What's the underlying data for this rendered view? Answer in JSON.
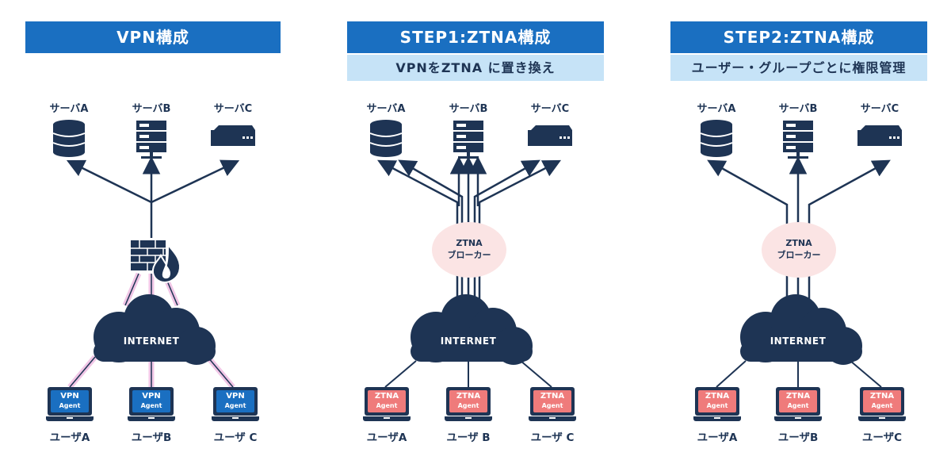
{
  "colors": {
    "navy": "#1e3454",
    "blue": "#1a6fc1",
    "light_blue": "#c6e3f7",
    "pink": "#fbe4e4",
    "ztna_red": "#ef7b7b"
  },
  "panels": [
    {
      "header": "VPN構成",
      "subheader": "",
      "servers": [
        "サーバA",
        "サーバB",
        "サーバC"
      ],
      "gateway": "firewall-icon",
      "internet": "INTERNET",
      "agent_label": "VPN",
      "agent_sub": "Agent",
      "users": [
        "ユーザA",
        "ユーザB",
        "ユーザ C"
      ]
    },
    {
      "header": "STEP1:ZTNA構成",
      "subheader": "VPNをZTNA に置き換え",
      "servers": [
        "サーバA",
        "サーバB",
        "サーバC"
      ],
      "broker": [
        "ZTNA",
        "ブローカー"
      ],
      "internet": "INTERNET",
      "agent_label": "ZTNA",
      "agent_sub": "Agent",
      "users": [
        "ユーザA",
        "ユーザ B",
        "ユーザ C"
      ]
    },
    {
      "header": "STEP2:ZTNA構成",
      "subheader": "ユーザー・グループごとに権限管理",
      "servers": [
        "サーバA",
        "サーバB",
        "サーバC"
      ],
      "broker": [
        "ZTNA",
        "ブローカー"
      ],
      "internet": "INTERNET",
      "agent_label": "ZTNA",
      "agent_sub": "Agent",
      "users": [
        "ユーザA",
        "ユーザB",
        "ユーザC"
      ]
    }
  ]
}
